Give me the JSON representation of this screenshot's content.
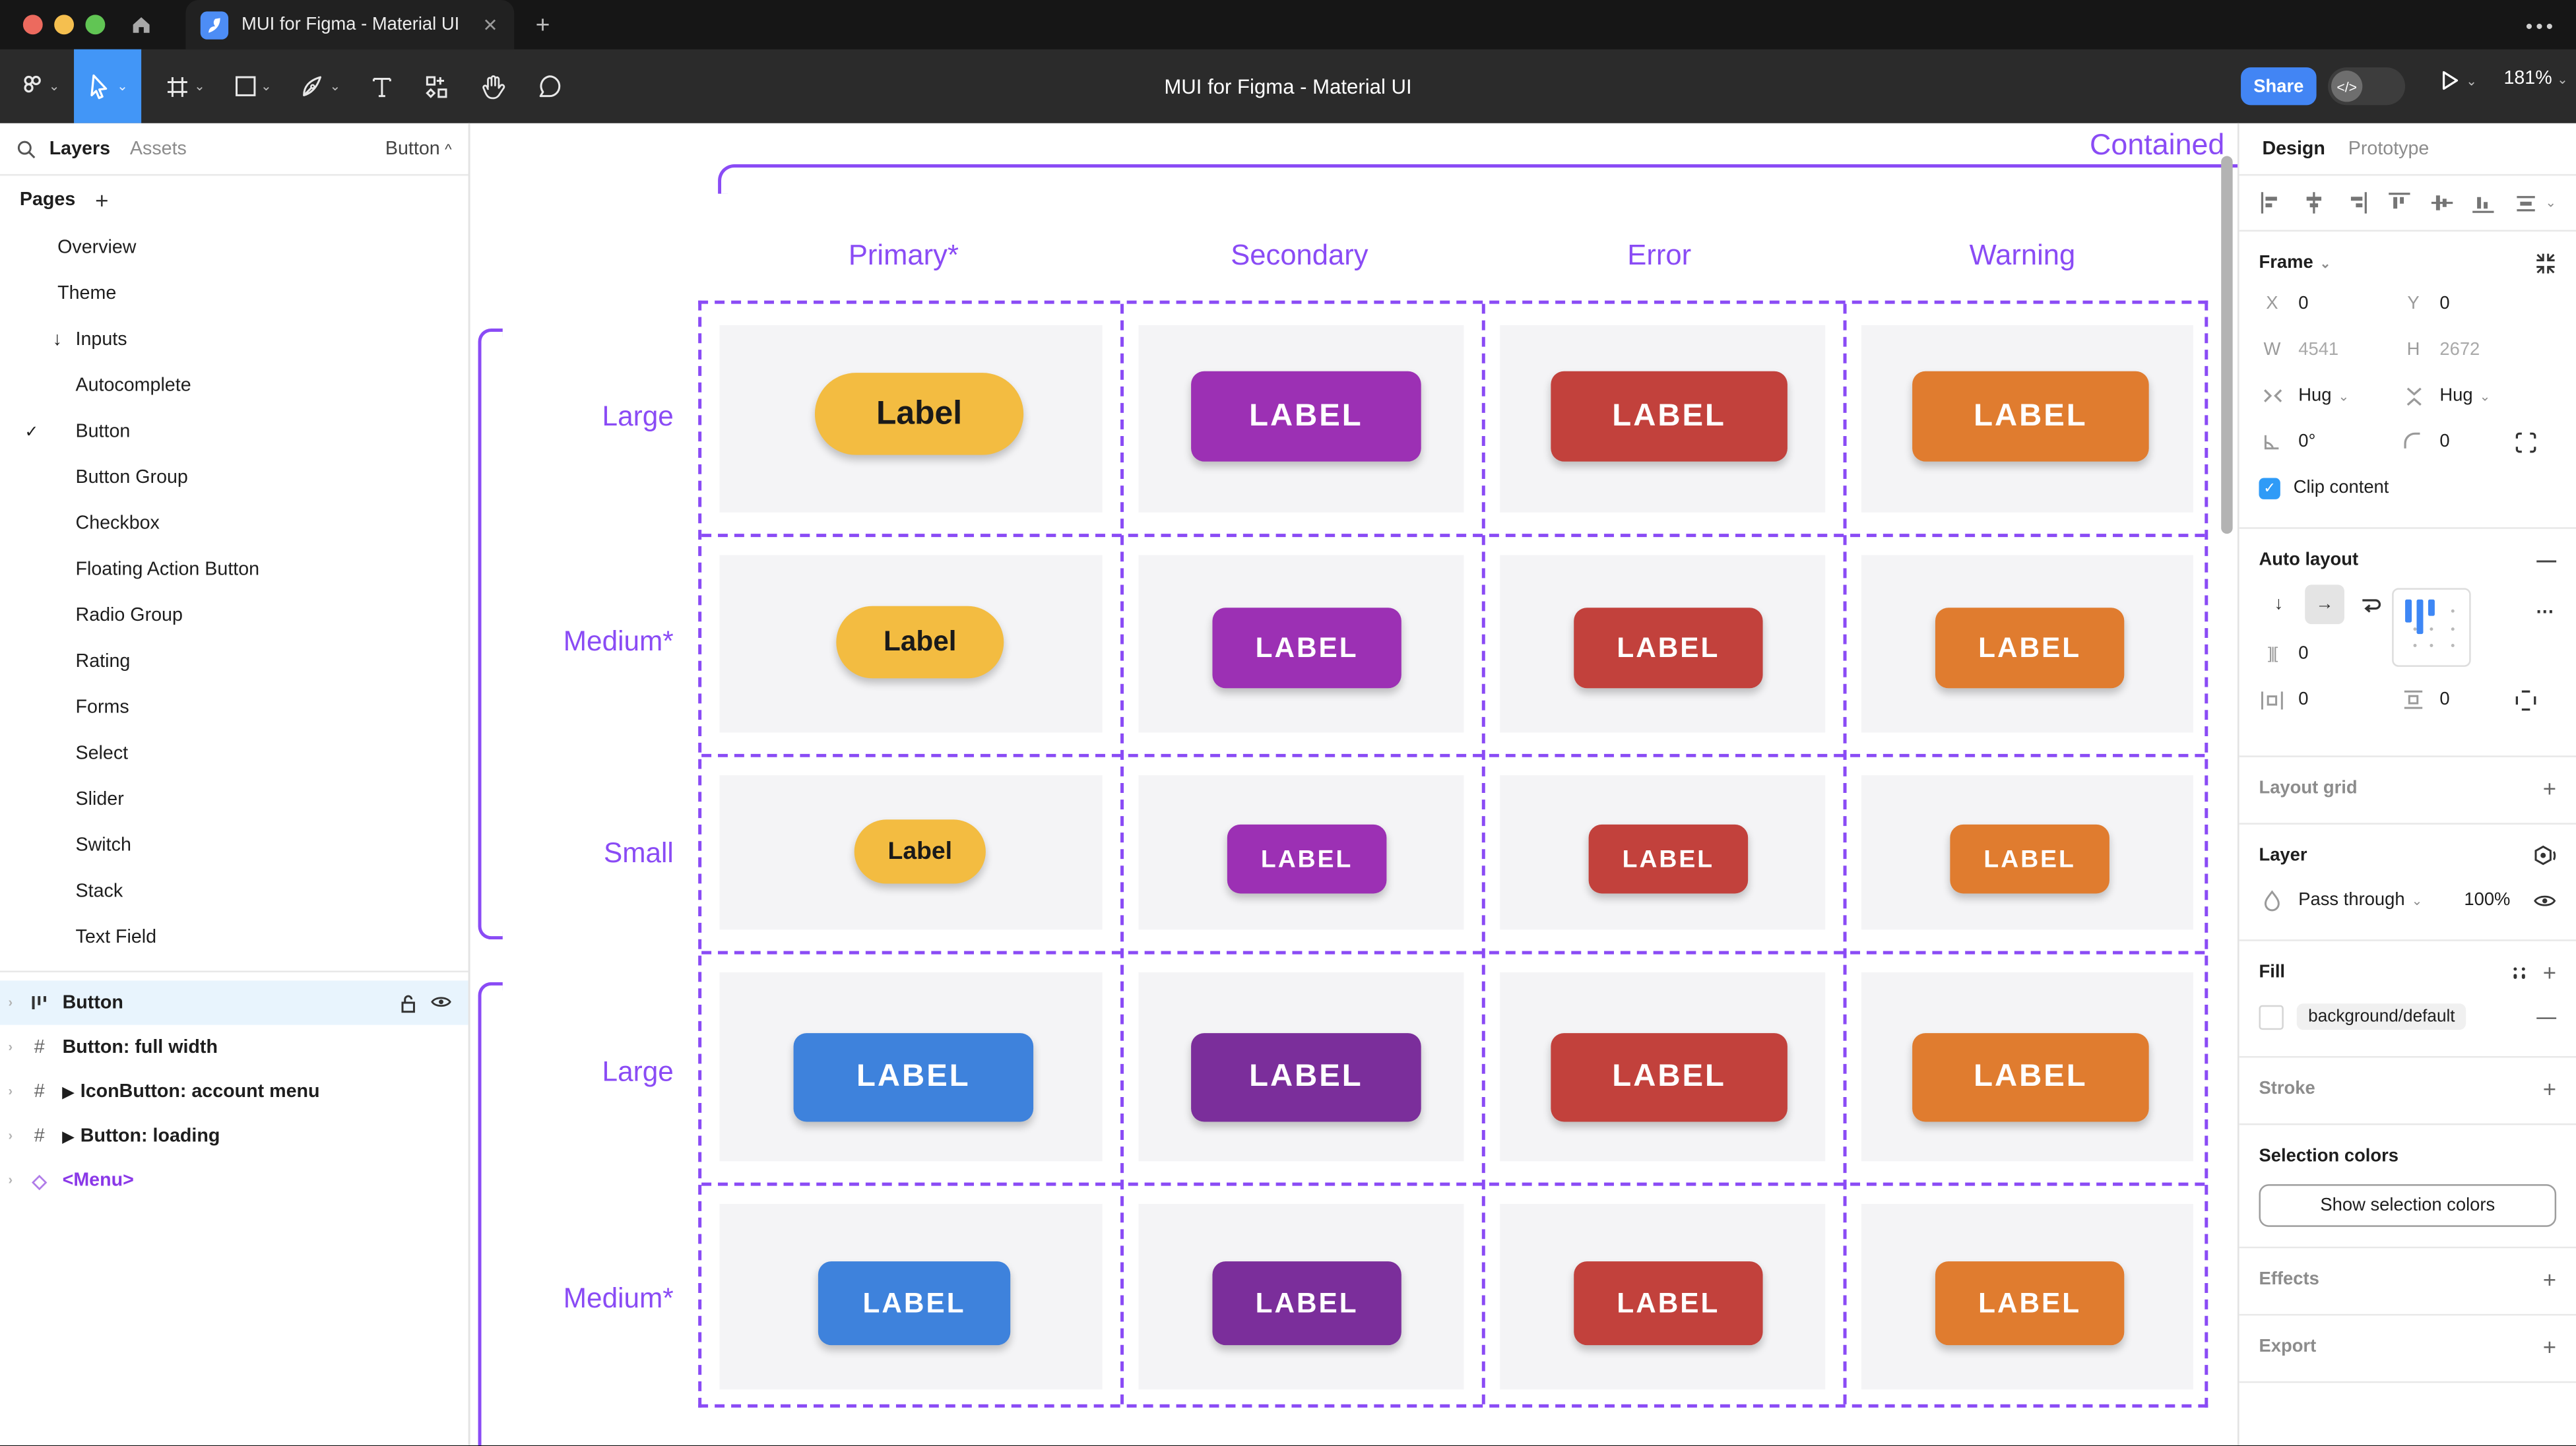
{
  "icons": {
    "chevron_down": "⌄",
    "chevron_up": "^",
    "chevron_right": "›",
    "plus": "+",
    "minus": "—",
    "check": "✓",
    "close": "✕",
    "arrow_down": "↓",
    "arrow_right": "→",
    "triangle_right": "▶",
    "diamond": "◇",
    "dots_horizontal": "•••",
    "ellipsis_menu": "⋯",
    "hash": "#",
    "gap": "]|[",
    "degree_value": "0°",
    "droplet": "◌"
  },
  "browser": {
    "tab_title": "MUI for Figma - Material UI"
  },
  "toolbar": {
    "doc_title": "MUI for Figma - Material UI",
    "share_label": "Share",
    "zoom_level": "181%"
  },
  "left_panel": {
    "layers_tab": "Layers",
    "assets_tab": "Assets",
    "selection_name": "Button",
    "pages_header": "Pages",
    "pages": [
      "Overview",
      "Theme",
      "Inputs",
      "Autocomplete",
      "Button",
      "Button Group",
      "Checkbox",
      "Floating Action Button",
      "Radio Group",
      "Rating",
      "Forms",
      "Select",
      "Slider",
      "Switch",
      "Stack",
      "Text Field"
    ],
    "layers": [
      "Button",
      "Button: full width",
      "IconButton: account menu",
      "Button: loading",
      "<Menu>"
    ]
  },
  "canvas": {
    "section_title": "Contained",
    "accent_purple": "#8A4BF5",
    "columns": [
      "Primary*",
      "Secondary",
      "Error",
      "Warning"
    ],
    "row_labels": [
      "Large",
      "Medium*",
      "Small",
      "Large",
      "Medium*"
    ],
    "rows": [
      {
        "cells": [
          {
            "label": "Label",
            "bg": "#F3BC41",
            "fg": "#1A1A1A"
          },
          {
            "label": "LABEL",
            "bg": "#9C30B4",
            "fg": "#FFFFFF"
          },
          {
            "label": "LABEL",
            "bg": "#C2413C",
            "fg": "#FFFFFF"
          },
          {
            "label": "LABEL",
            "bg": "#E07C2F",
            "fg": "#FFFFFF"
          }
        ]
      },
      {
        "cells": [
          {
            "label": "Label",
            "bg": "#F3BC41",
            "fg": "#1A1A1A"
          },
          {
            "label": "LABEL",
            "bg": "#9C30B4",
            "fg": "#FFFFFF"
          },
          {
            "label": "LABEL",
            "bg": "#C2413C",
            "fg": "#FFFFFF"
          },
          {
            "label": "LABEL",
            "bg": "#E07C2F",
            "fg": "#FFFFFF"
          }
        ]
      },
      {
        "cells": [
          {
            "label": "Label",
            "bg": "#F3BC41",
            "fg": "#1A1A1A"
          },
          {
            "label": "LABEL",
            "bg": "#9C30B4",
            "fg": "#FFFFFF"
          },
          {
            "label": "LABEL",
            "bg": "#C2413C",
            "fg": "#FFFFFF"
          },
          {
            "label": "LABEL",
            "bg": "#E07C2F",
            "fg": "#FFFFFF"
          }
        ]
      },
      {
        "cells": [
          {
            "label": "LABEL",
            "bg": "#3E82DC",
            "fg": "#FFFFFF"
          },
          {
            "label": "LABEL",
            "bg": "#7B2E9B",
            "fg": "#FFFFFF"
          },
          {
            "label": "LABEL",
            "bg": "#C2413C",
            "fg": "#FFFFFF"
          },
          {
            "label": "LABEL",
            "bg": "#E07C2F",
            "fg": "#FFFFFF"
          }
        ]
      },
      {
        "cells": [
          {
            "label": "LABEL",
            "bg": "#3E82DC",
            "fg": "#FFFFFF"
          },
          {
            "label": "LABEL",
            "bg": "#7B2E9B",
            "fg": "#FFFFFF"
          },
          {
            "label": "LABEL",
            "bg": "#C2413C",
            "fg": "#FFFFFF"
          },
          {
            "label": "LABEL",
            "bg": "#E07C2F",
            "fg": "#FFFFFF"
          }
        ]
      }
    ]
  },
  "right_panel": {
    "design_tab": "Design",
    "prototype_tab": "Prototype",
    "frame": {
      "title": "Frame",
      "x_label": "X",
      "x_value": "0",
      "y_label": "Y",
      "y_value": "0",
      "w_label": "W",
      "w_value": "4541",
      "h_label": "H",
      "h_value": "2672",
      "hug_h": "Hug",
      "hug_v": "Hug",
      "rotation": "0°",
      "corner_radius": "0",
      "clip_label": "Clip content"
    },
    "auto_layout": {
      "title": "Auto layout",
      "gap_value": "0",
      "padding_h": "0",
      "padding_v": "0"
    },
    "layout_grid_title": "Layout grid",
    "layer": {
      "title": "Layer",
      "blend_mode": "Pass through",
      "opacity": "100%"
    },
    "fill": {
      "title": "Fill",
      "token": "background/default"
    },
    "stroke_title": "Stroke",
    "selection_colors": {
      "title": "Selection colors",
      "button_label": "Show selection colors"
    },
    "effects_title": "Effects",
    "export_title": "Export"
  }
}
